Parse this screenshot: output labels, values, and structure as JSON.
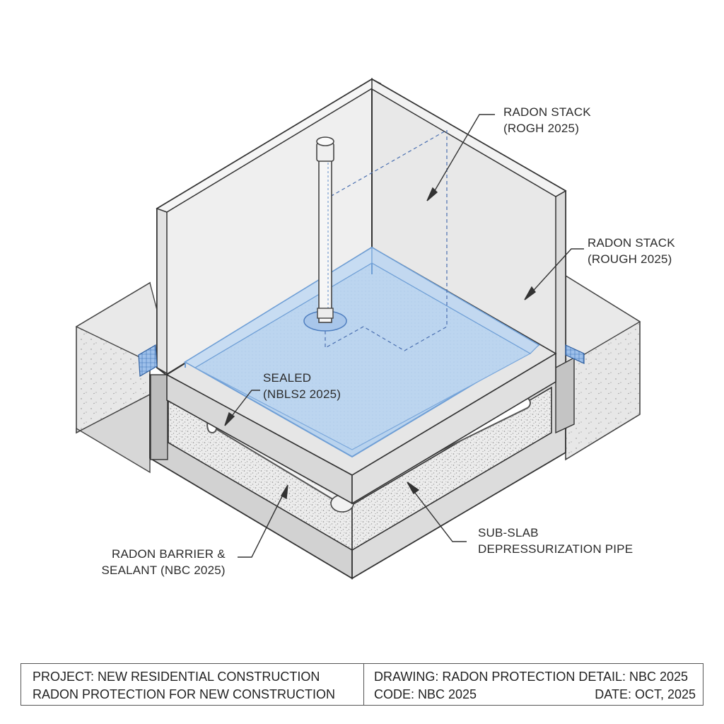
{
  "labels": {
    "stack_top": {
      "line1": "RADON STACK",
      "line2": "(ROGH 2025)"
    },
    "stack_right": {
      "line1": "RADON STACK",
      "line2": "(ROUGH 2025)"
    },
    "sealed": {
      "line1": "SEALED",
      "line2": "(NBLS2 2025)"
    },
    "barrier": {
      "line1": "RADON BARRIER &",
      "line2": "SEALANT (NBC 2025)"
    },
    "pipe": {
      "line1": "SUB-SLAB",
      "line2": "DEPRESSURIZATION PIPE"
    }
  },
  "title_block": {
    "project_line1": "PROJECT: NEW RESIDENTIAL CONSTRUCTION",
    "project_line2": "RADON PROTECTION FOR NEW CONSTRUCTION",
    "drawing": "DRAWING: RADON PROTECTION DETAIL: NBC 2025",
    "code": "CODE: NBC 2025",
    "date": "DATE: OCT, 2025"
  },
  "colors": {
    "membrane": "#b9d3ee",
    "membrane_edge": "#6f9fd6",
    "wall": "#eeeeee",
    "concrete": "#dedede",
    "line": "#333333"
  }
}
